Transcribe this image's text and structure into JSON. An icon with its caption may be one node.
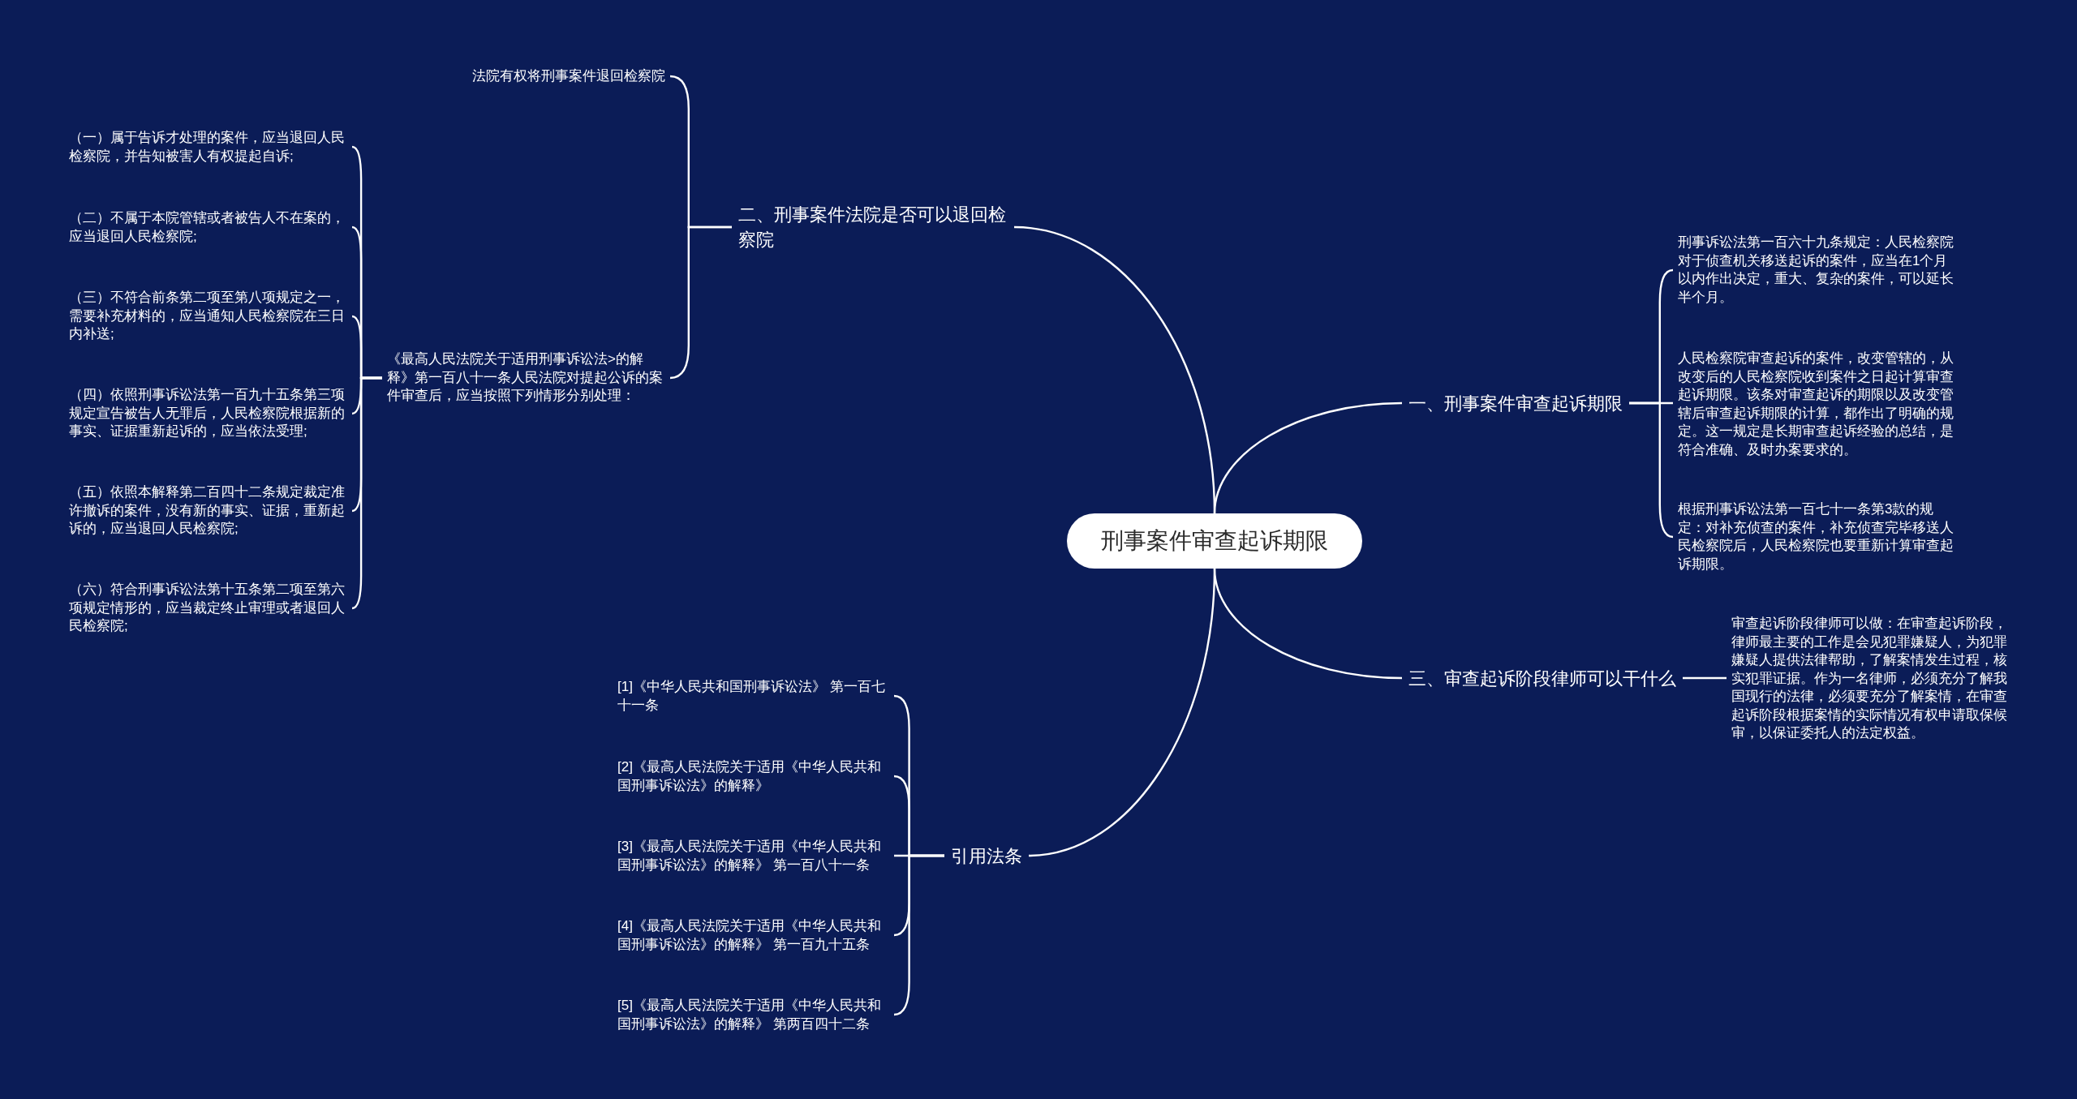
{
  "diagram": {
    "nodes": [
      {
        "text": [
          "刑事案件审查起诉期限"
        ]
      },
      {
        "text": [
          "二、刑事案件法院是否可以退回检察院"
        ]
      },
      {
        "text": [
          "法院有权将刑事案件退回检察院"
        ]
      },
      {
        "text": [
          "《最高人民法院关于适用刑事诉讼法>的解释》第一百八十一条人民法院对提起公诉的案件审查后，应当按照下列情形分别处理："
        ]
      },
      {
        "text": [
          "（一）属于告诉才处理的案件，应当退回人民检察院，并告知被害人有权提起自诉;"
        ]
      },
      {
        "text": [
          "（二）不属于本院管辖或者被告人不在案的，应当退回人民检察院;"
        ]
      },
      {
        "text": [
          "（三）不符合前条第二项至第八项规定之一，需要补充材料的，应当通知人民检察院在三日内补送;"
        ]
      },
      {
        "text": [
          "（四）依照刑事诉讼法第一百九十五条第三项规定宣告被告人无罪后，人民检察院根据新的事实、证据重新起诉的，应当依法受理;"
        ]
      },
      {
        "text": [
          "（五）依照本解释第二百四十二条规定裁定准许撤诉的案件，没有新的事实、证据，重新起诉的，应当退回人民检察院;"
        ]
      },
      {
        "text": [
          "（六）符合刑事诉讼法第十五条第二项至第六项规定情形的，应当裁定终止审理或者退回人民检察院;"
        ]
      },
      {
        "text": [
          "一、刑事案件审查起诉期限"
        ]
      },
      {
        "text": [
          "刑事诉讼法第一百六十九条规定：人民检察院对于侦查机关移送起诉的案件，应当在1个月以内作出决定，重大、复杂的案件，可以延长半个月。"
        ]
      },
      {
        "text": [
          "人民检察院审查起诉的案件，改变管辖的，从改变后的人民检察院收到案件之日起计算审查起诉期限。该条对审查起诉的期限以及改变管辖后审查起诉期限的计算，都作出了明确的规定。这一规定是长期审查起诉经验的总结，是符合准确、及时办案要求的。"
        ]
      },
      {
        "text": [
          "根据刑事诉讼法第一百七十一条第3款的规定：对补充侦查的案件，补充侦查完毕移送人民检察院后，人民检察院也要重新计算审查起诉期限。"
        ]
      },
      {
        "text": [
          "三、审查起诉阶段律师可以干什么"
        ]
      },
      {
        "text": [
          "审查起诉阶段律师可以做：在审查起诉阶段，律师最主要的工作是会见犯罪嫌疑人，为犯罪嫌疑人提供法律帮助，了解案情发生过程，核实犯罪证据。作为一名律师，必须充分了解我国现行的法律，必须要充分了解案情，在审查起诉阶段根据案情的实际情况有权申请取保候审，以保证委托人的法定权益。"
        ]
      },
      {
        "text": [
          "引用法条"
        ]
      },
      {
        "text": [
          "[1]《中华人民共和国刑事诉讼法》 第一百七十一条"
        ]
      },
      {
        "text": [
          "[2]《最高人民法院关于适用《中华人民共和国刑事诉讼法》的解释》"
        ]
      },
      {
        "text": [
          "[3]《最高人民法院关于适用《中华人民共和国刑事诉讼法》的解释》 第一百八十一条"
        ]
      },
      {
        "text": [
          "[4]《最高人民法院关于适用《中华人民共和国刑事诉讼法》的解释》 第一百九十五条"
        ]
      },
      {
        "text": [
          "[5]《最高人民法院关于适用《中华人民共和国刑事诉讼法》的解释》 第两百四十二条"
        ]
      }
    ],
    "edges": [
      {
        "from": 0,
        "to": 1,
        "arrow": "none"
      },
      {
        "from": 1,
        "to": 2,
        "arrow": "none"
      },
      {
        "from": 1,
        "to": 3,
        "arrow": "none"
      },
      {
        "from": 3,
        "to": 4,
        "arrow": "none"
      },
      {
        "from": 3,
        "to": 5,
        "arrow": "none"
      },
      {
        "from": 3,
        "to": 6,
        "arrow": "none"
      },
      {
        "from": 3,
        "to": 7,
        "arrow": "none"
      },
      {
        "from": 3,
        "to": 8,
        "arrow": "none"
      },
      {
        "from": 3,
        "to": 9,
        "arrow": "none"
      },
      {
        "from": 0,
        "to": 10,
        "arrow": "none"
      },
      {
        "from": 10,
        "to": 11,
        "arrow": "none"
      },
      {
        "from": 10,
        "to": 12,
        "arrow": "none"
      },
      {
        "from": 10,
        "to": 13,
        "arrow": "none"
      },
      {
        "from": 0,
        "to": 14,
        "arrow": "none"
      },
      {
        "from": 14,
        "to": 15,
        "arrow": "none"
      },
      {
        "from": 0,
        "to": 16,
        "arrow": "none"
      },
      {
        "from": 16,
        "to": 17,
        "arrow": "none"
      },
      {
        "from": 16,
        "to": 18,
        "arrow": "none"
      },
      {
        "from": 16,
        "to": 19,
        "arrow": "none"
      },
      {
        "from": 16,
        "to": 20,
        "arrow": "none"
      },
      {
        "from": 16,
        "to": 21,
        "arrow": "none"
      }
    ]
  }
}
